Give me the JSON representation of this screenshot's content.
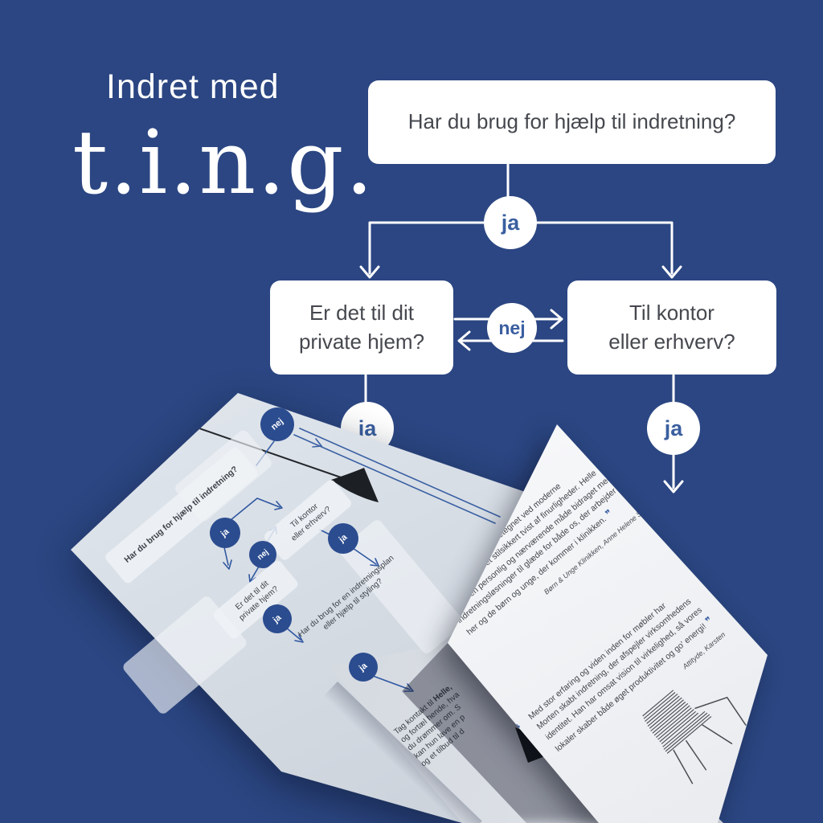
{
  "colors": {
    "background": "#2b4682",
    "accent_blue": "#3a5fa0",
    "mini_circle_blue": "#2b4c8f",
    "panel_gray": "#dfe4ea",
    "text_dark": "#45484e",
    "white": "#ffffff"
  },
  "header": {
    "tagline": "Indret med",
    "brand": "t.i.n.g."
  },
  "flowchart": {
    "start": "Har du brug for hjælp til indretning?",
    "yes": "ja",
    "no": "nej",
    "private": "Er det til dit\nprivate hjem?",
    "business": "Til kontor\neller erhverv?"
  },
  "brochure": {
    "mini_flowchart": {
      "heading": "Har du brug for hjælp til indretning?",
      "business": "Til kontor\neller erhverv?",
      "private": "Er det til dit\nprivate hjem?",
      "plan": "Har du brug for en indretningsplan\neller hjælp til styling?",
      "yes": "ja",
      "no": "nej"
    },
    "contact": {
      "intro": "Tag kontakt til ",
      "name": "Helle,",
      "lines": [
        "og fortæl hende, hva",
        "du drømmer om. S",
        "kan hun lave en p",
        "og et tilbud til d"
      ]
    },
    "quotes": [
      {
        "open": "❝",
        "close": "❞",
        "lines": [
          "Min klinik er i dag kendetegnet ved moderne",
          "indretning med et stilsikkert tvist af finurligheder. Helle",
          "har på en personlig og nærværende måde bidraget med",
          "indretningsløsninger til glæde for både os, der arbejder",
          "her og de børn og unge, der kommer i klinikken."
        ],
        "attribution": "Børn & Unge Klinikken, Anne Helene Spannow"
      },
      {
        "open": "❝",
        "close": "❞",
        "lines": [
          "Med stor erfaring og viden inden for møbler har",
          "Morten skabt indretning, der afspejler virksomhedens",
          "identitet. Han har omsat vision til virkelighed, så vores",
          "lokaler skaber både øget produktivitet og go' energi!"
        ],
        "attribution": "Attityde, Karsten"
      }
    ]
  }
}
